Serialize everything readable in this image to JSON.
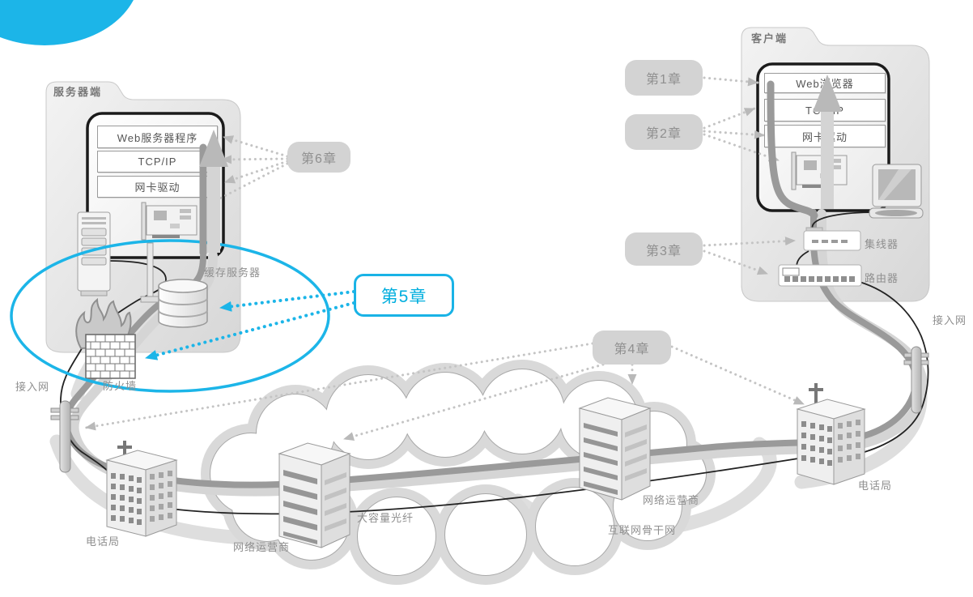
{
  "palette": {
    "accent_cyan": "#1cb5e8",
    "badge_bg": "#d3d3d3",
    "badge_text": "#8f8f8f",
    "label_text": "#8f8f8f"
  },
  "server_panel": {
    "title": "服务器端",
    "layers": [
      "Web服务器程序",
      "TCP/IP",
      "网卡驱动"
    ]
  },
  "client_panel": {
    "title": "客户端",
    "layers": [
      "Web浏览器",
      "TCP/IP",
      "网卡驱动"
    ]
  },
  "chapters": {
    "ch1": "第1章",
    "ch2": "第2章",
    "ch3": "第3章",
    "ch4": "第4章",
    "ch5": "第5章",
    "ch6": "第6章"
  },
  "labels": {
    "cache_server": "缓存服务器",
    "firewall": "防火墙",
    "access_left": "接入网",
    "access_right": "接入网",
    "hub": "集线器",
    "router": "路由器",
    "telco_left": "电话局",
    "telco_right": "电话局",
    "isp_left": "网络运营商",
    "isp_right": "网络运营商",
    "fiber": "大容量光纤",
    "backbone": "互联网骨干网"
  }
}
